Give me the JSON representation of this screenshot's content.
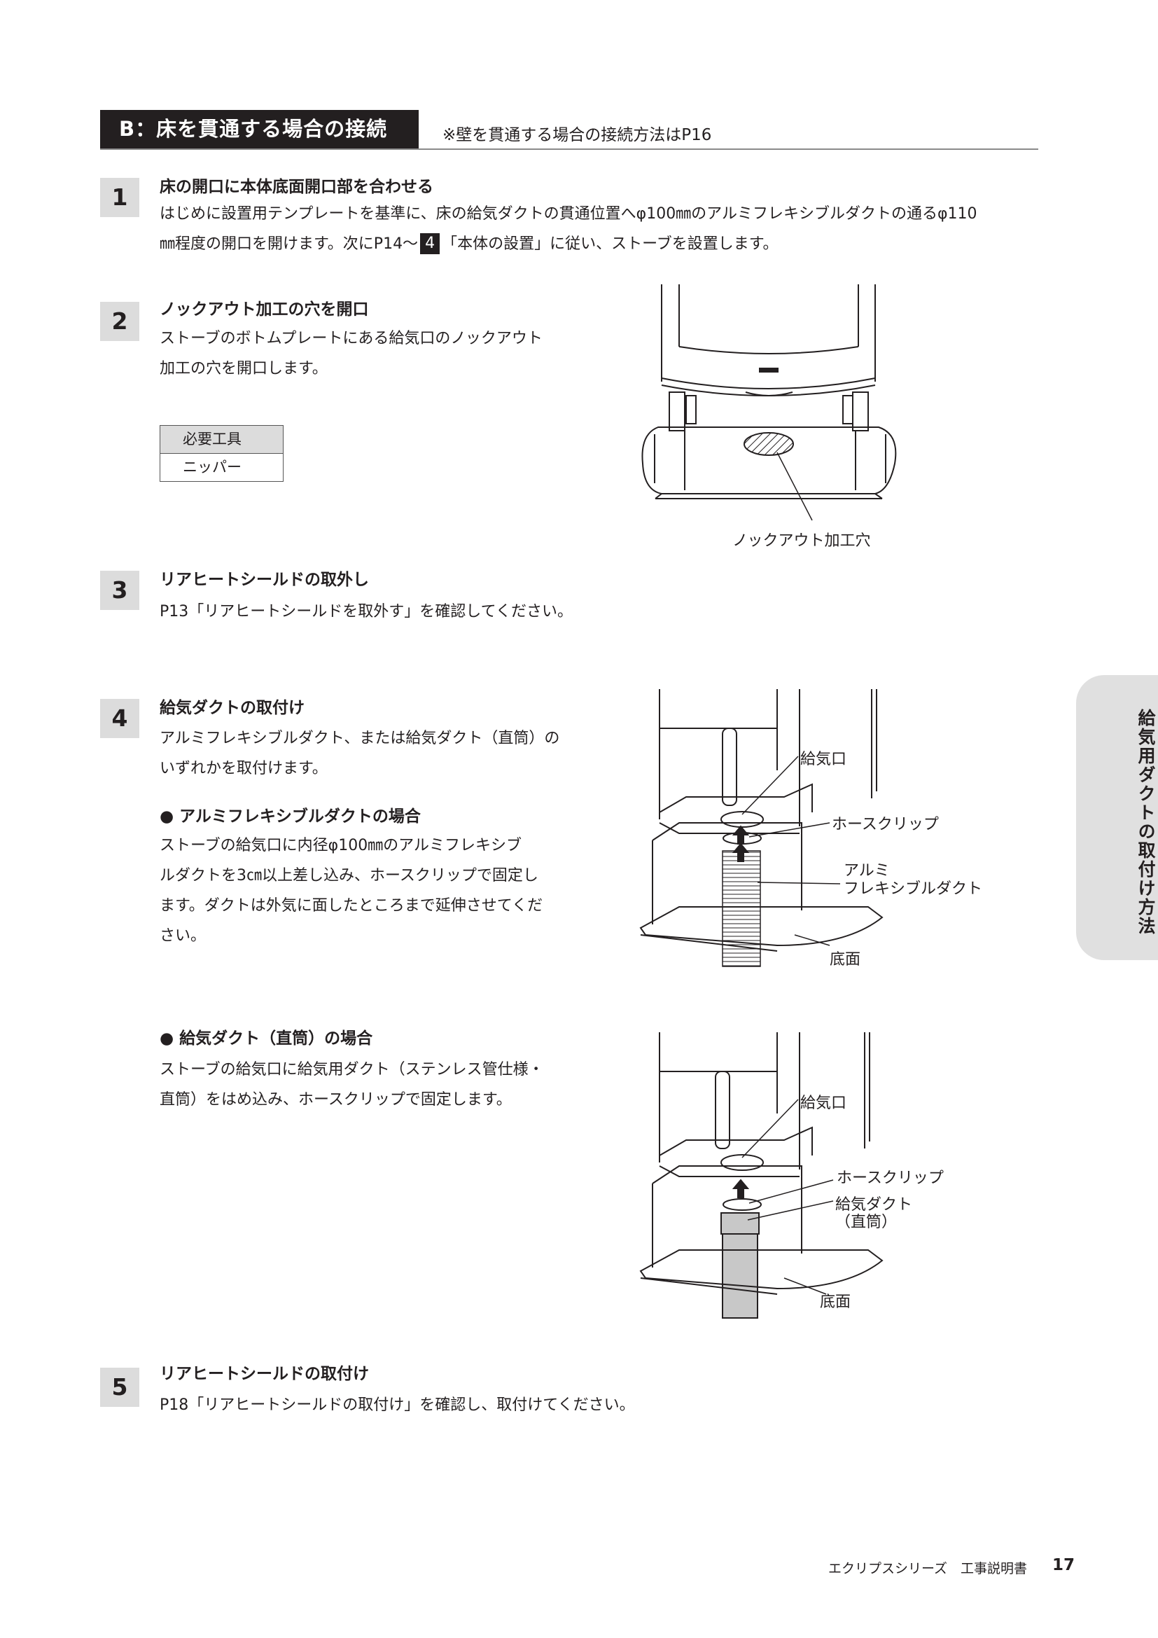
{
  "section": {
    "title": "B：床を貫通する場合の接続",
    "note": "※壁を貫通する場合の接続方法はP16"
  },
  "steps": [
    {
      "number": "1",
      "title": "床の開口に本体底面開口部を合わせる",
      "line1": "はじめに設置用テンプレートを基準に、床の給気ダクトの貫通位置へφ100㎜のアルミフレキシブルダクトの通るφ110",
      "line2_pre": "㎜程度の開口を開けます。次にP14〜",
      "line2_badge": "4",
      "line2_post": "「本体の設置」に従い、ストーブを設置します。"
    },
    {
      "number": "2",
      "title": "ノックアウト加工の穴を開口",
      "line1": "ストーブのボトムプレートにある給気口のノックアウト",
      "line2": "加工の穴を開口します。",
      "tools_header": "必要工具",
      "tools_value": "ニッパー",
      "figure_label": "ノックアウト加工穴"
    },
    {
      "number": "3",
      "title": "リアヒートシールドの取外し",
      "line1": "P13「リアヒートシールドを取外す」を確認してください。"
    },
    {
      "number": "4",
      "title": "給気ダクトの取付け",
      "line1": "アルミフレキシブルダクト、または給気ダクト（直筒）の",
      "line2": "いずれかを取付けます。",
      "case_a": {
        "title": "● アルミフレキシブルダクトの場合",
        "lines": [
          "ストーブの給気口に内径φ100㎜のアルミフレキシブ",
          "ルダクトを3㎝以上差し込み、ホースクリップで固定し",
          "ます。ダクトは外気に面したところまで延伸させてくだ",
          "さい。"
        ],
        "labels": {
          "inlet": "給気口",
          "clip": "ホースクリップ",
          "duct1": "アルミ",
          "duct2": "フレキシブルダクト",
          "bottom": "底面"
        }
      },
      "case_b": {
        "title": "● 給気ダクト（直筒）の場合",
        "lines": [
          "ストーブの給気口に給気用ダクト（ステンレス管仕様・",
          "直筒）をはめ込み、ホースクリップで固定します。"
        ],
        "labels": {
          "inlet": "給気口",
          "clip": "ホースクリップ",
          "duct1": "給気ダクト",
          "duct2": "（直筒）",
          "bottom": "底面"
        }
      }
    },
    {
      "number": "5",
      "title": "リアヒートシールドの取付け",
      "line1": "P18「リアヒートシールドの取付け」を確認し、取付けてください。"
    }
  ],
  "side_tab": "給気用ダクトの取付け方法",
  "footer": {
    "text": "エクリプスシリーズ　工事説明書",
    "page": "17"
  }
}
